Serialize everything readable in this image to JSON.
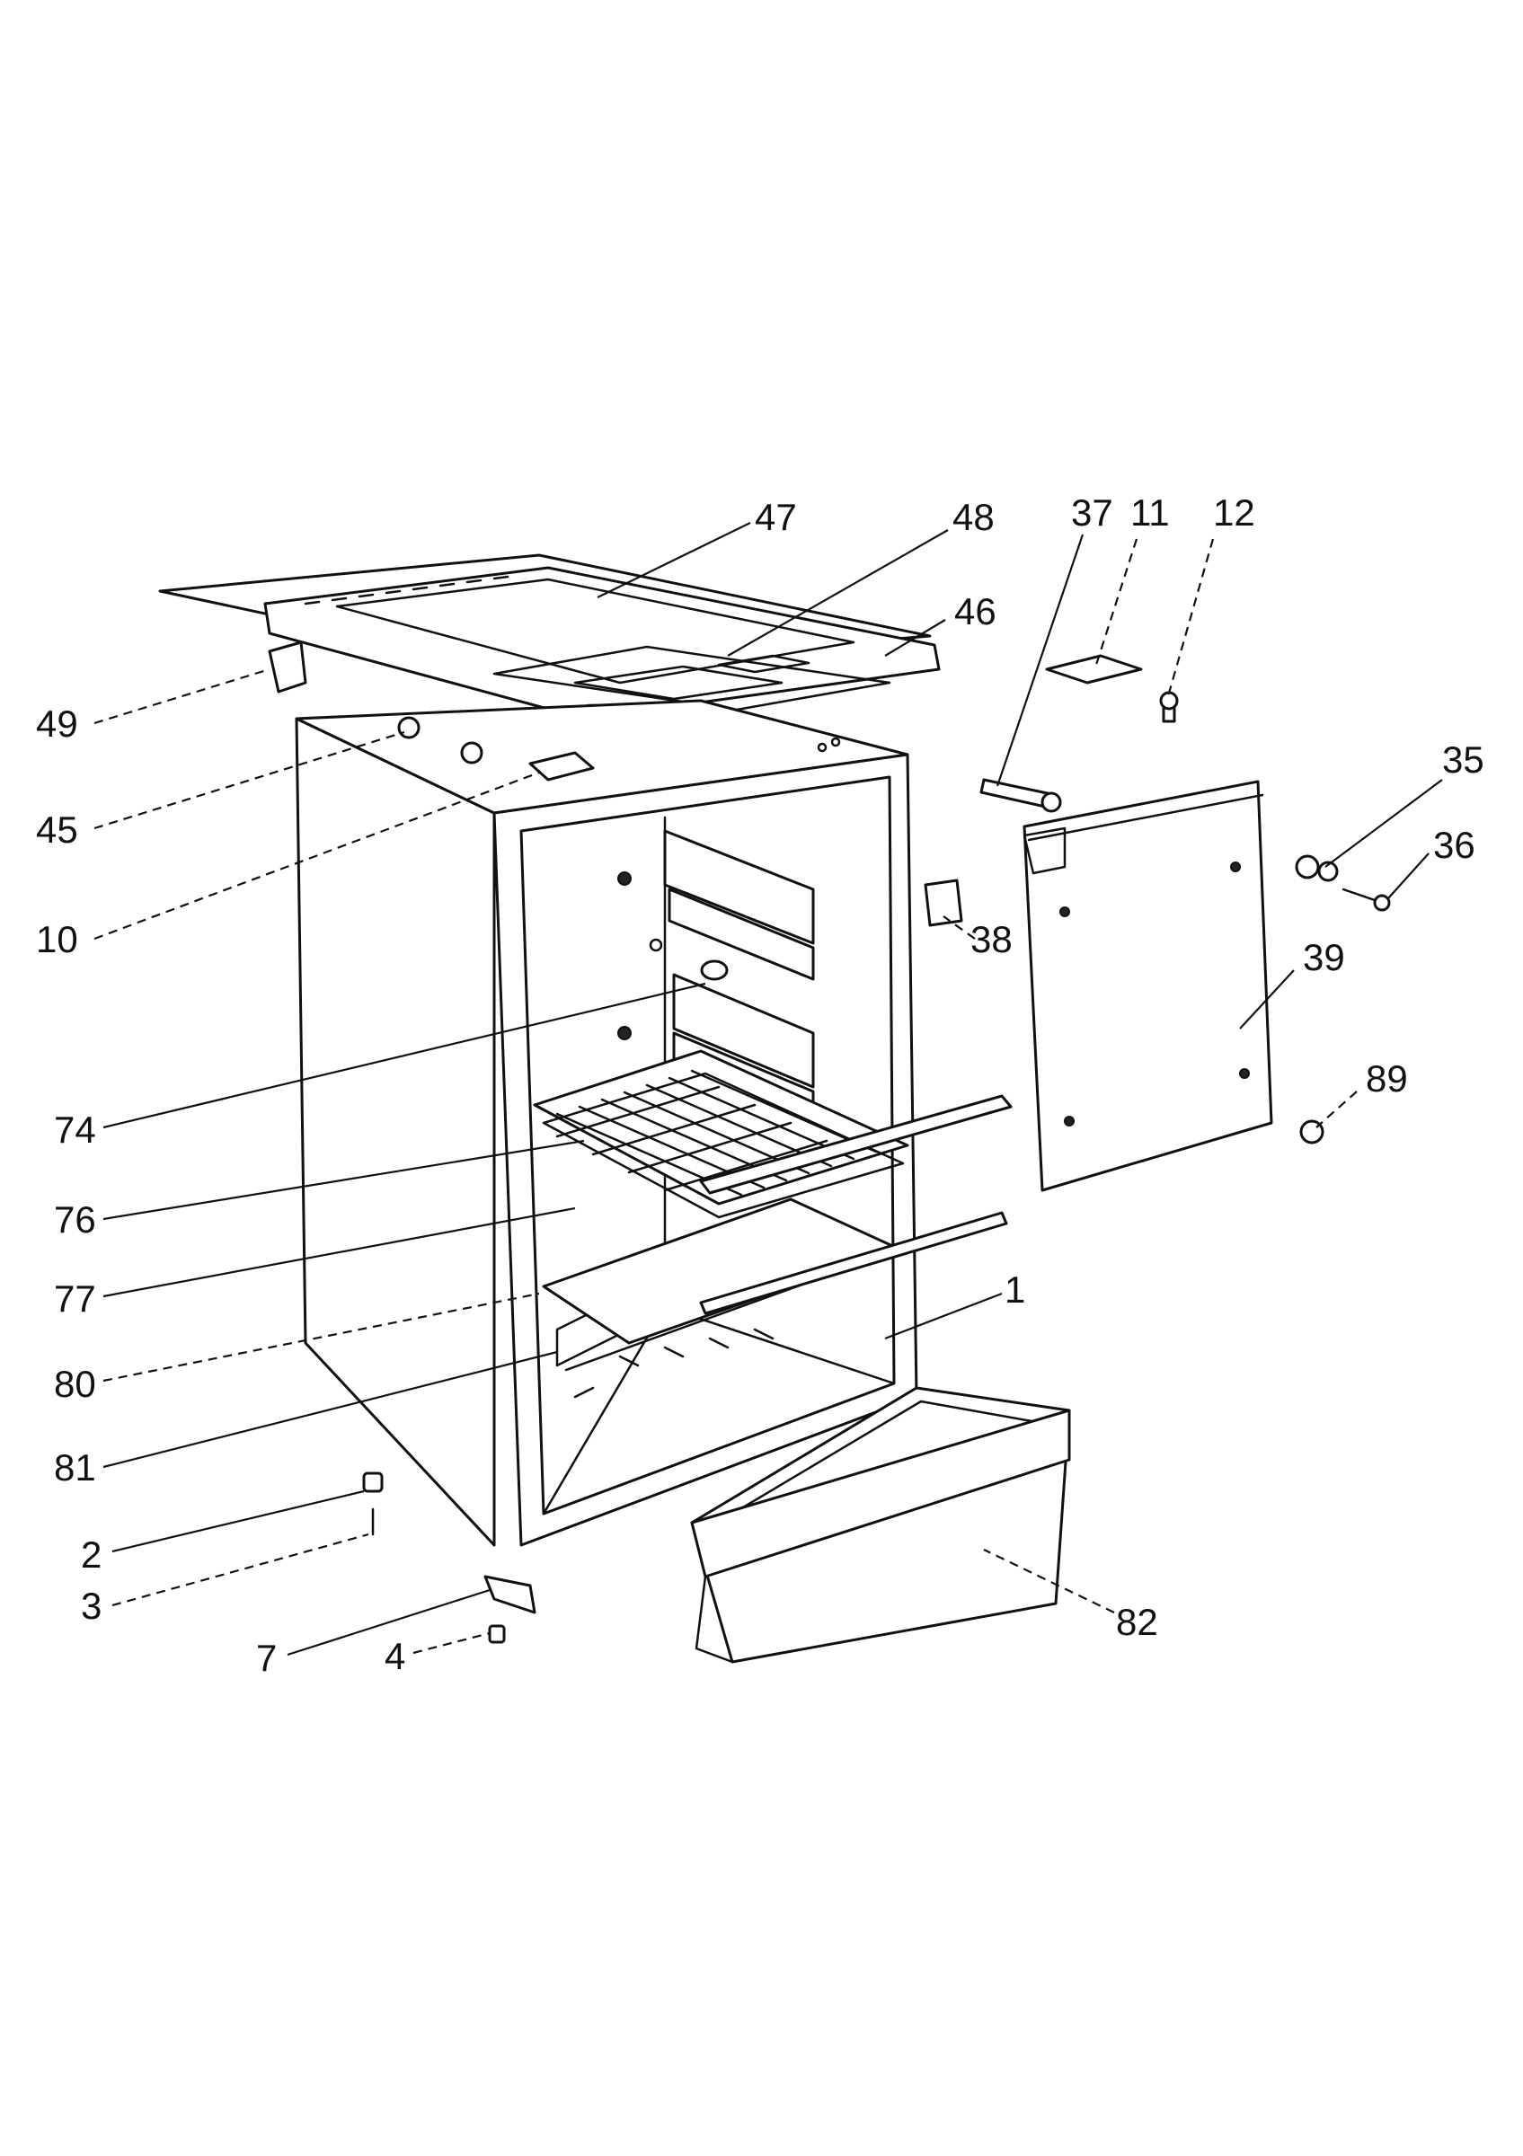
{
  "callouts": {
    "c47": "47",
    "c48": "48",
    "c37": "37",
    "c11": "11",
    "c12": "12",
    "c46": "46",
    "c49": "49",
    "c35": "35",
    "c45": "45",
    "c36": "36",
    "c10": "10",
    "c38": "38",
    "c39": "39",
    "c89": "89",
    "c74": "74",
    "c76": "76",
    "c77": "77",
    "c1": "1",
    "c80": "80",
    "c81": "81",
    "c2": "2",
    "c3": "3",
    "c82": "82",
    "c7": "7",
    "c4": "4"
  }
}
